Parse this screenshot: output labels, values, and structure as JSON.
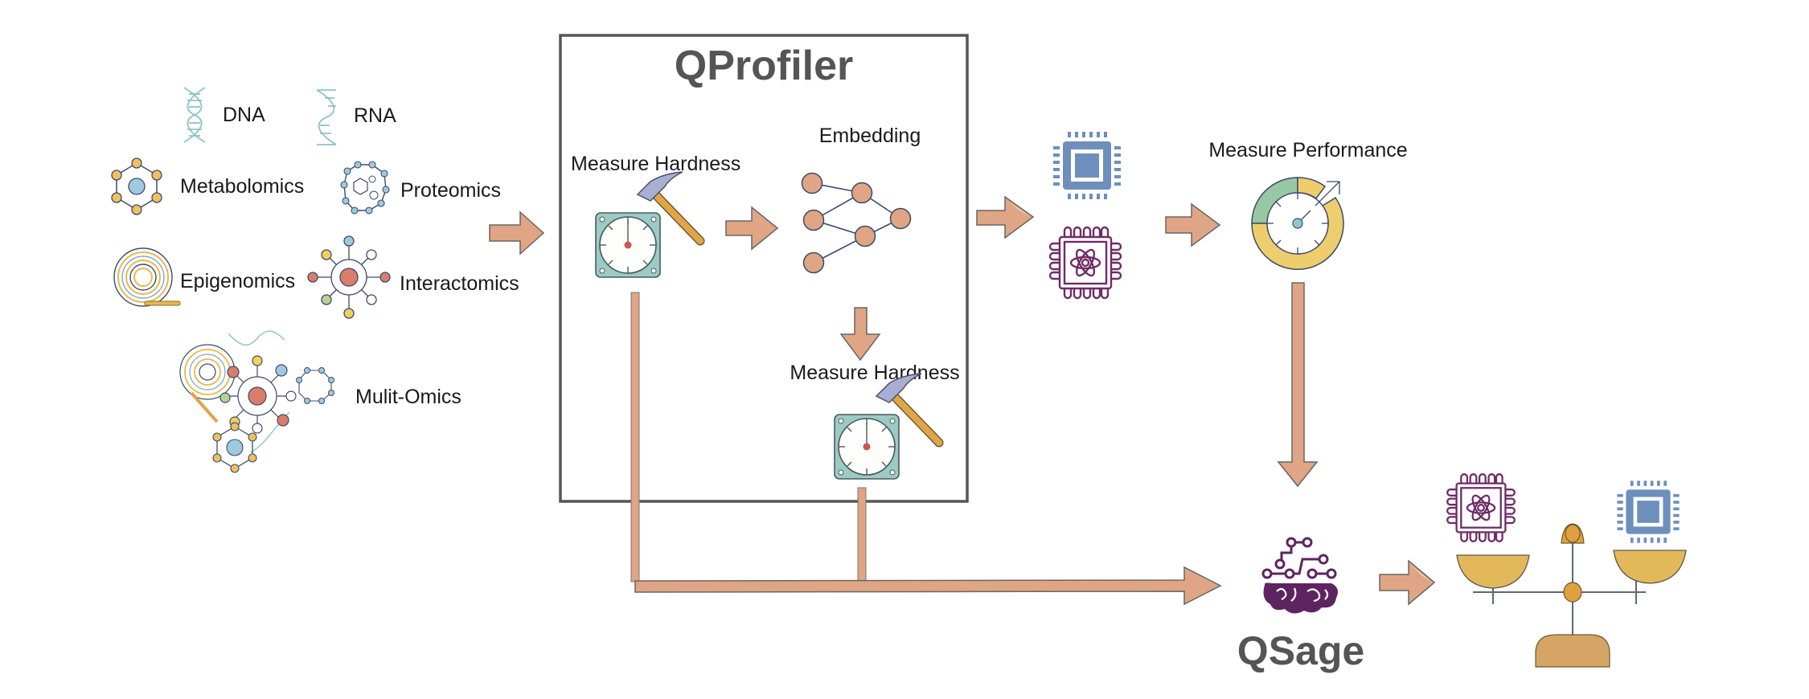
{
  "title": "QProfiler and QSage workflow diagram",
  "colors": {
    "arrow": "#dfa584",
    "box_border": "#555555",
    "title_text": "#555555",
    "dna_teal": "#8fc3c6",
    "node_orange": "#dfa584",
    "node_blue": "#9fc9df",
    "node_yellow": "#f0c860",
    "node_red": "#d97d6a",
    "node_green": "#b7d394",
    "gauge_teal": "#9bcbc6",
    "hammer_handle": "#e0a547",
    "hammer_head": "#a9afd3",
    "classical_chip": "#6e8fbc",
    "quantum_chip": "#6e2c67",
    "speedo_green": "#98c8a3",
    "speedo_yellow": "#eecd6d",
    "brain_purple": "#5e2460",
    "scale_gold": "#e3b85b",
    "scale_base": "#d6a566",
    "scale_pivot": "#e1a03f"
  },
  "inputs": {
    "items": [
      {
        "label": "DNA",
        "icon": "dna-helix-icon"
      },
      {
        "label": "RNA",
        "icon": "rna-strand-icon"
      },
      {
        "label": "Metabolomics",
        "icon": "metabolomics-ring-icon"
      },
      {
        "label": "Proteomics",
        "icon": "proteomics-molecule-icon"
      },
      {
        "label": "Epigenomics",
        "icon": "epigenomics-coil-icon"
      },
      {
        "label": "Interactomics",
        "icon": "interactomics-network-icon"
      },
      {
        "label": "Mulit-Omics",
        "icon": "multi-omics-cluster-icon"
      }
    ]
  },
  "qprofiler": {
    "title": "QProfiler",
    "step1_label": "Measure Hardness",
    "step2_label": "Embedding",
    "step3_label": "Measure Hardness"
  },
  "hardware": {
    "classical": "classical-chip-icon",
    "quantum": "quantum-chip-icon"
  },
  "performance": {
    "label": "Measure Performance"
  },
  "qsage": {
    "title": "QSage"
  },
  "output": {
    "icon": "balance-scale-icon"
  }
}
